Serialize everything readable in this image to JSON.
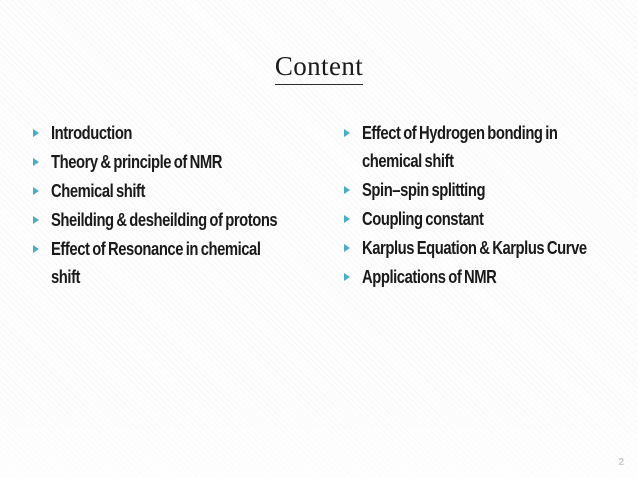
{
  "slide": {
    "title": "Content",
    "page_number": "2",
    "accent_color": "#4BACC6",
    "text_color": "#1a1a1a",
    "background_color": "#fdfdfd",
    "page_number_color": "#9a9a9a"
  },
  "columns": {
    "left": {
      "items": [
        {
          "label": "Introduction"
        },
        {
          "label": "Theory & principle of NMR"
        },
        {
          "label": "Chemical shift"
        },
        {
          "label": "Sheilding & desheilding of protons"
        },
        {
          "label": "Effect of Resonance in chemical shift"
        }
      ]
    },
    "right": {
      "items": [
        {
          "label": "Effect of Hydrogen bonding in chemical shift"
        },
        {
          "label": "Spin–spin splitting"
        },
        {
          "label": "Coupling constant"
        },
        {
          "label": "Karplus Equation & Karplus Curve"
        },
        {
          "label": "Applications of NMR"
        }
      ]
    }
  }
}
